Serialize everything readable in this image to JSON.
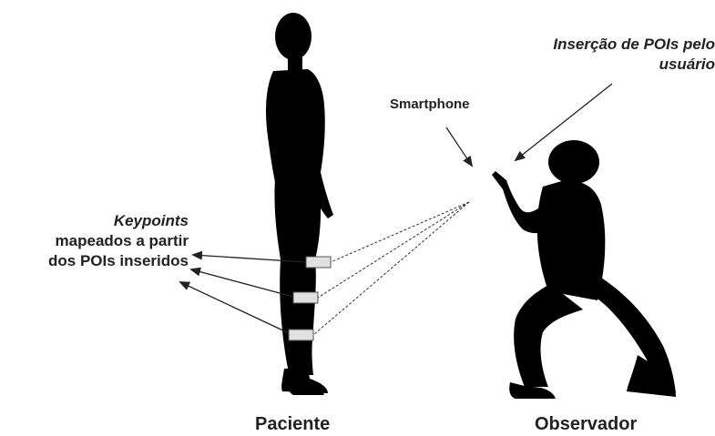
{
  "labels": {
    "patient": "Paciente",
    "observer": "Observador",
    "smartphone": "Smartphone",
    "poi_insertion_line1": "Inserção de POIs pelo",
    "poi_insertion_line2": "usuário",
    "keypoints_line1": "Keypoints",
    "keypoints_line2": "mapeados a partir",
    "keypoints_line3": "dos POIs inseridos"
  },
  "colors": {
    "silhouette": "#000000",
    "marker_fill": "#e0e0e0",
    "marker_stroke": "#555555",
    "line": "#333333"
  }
}
